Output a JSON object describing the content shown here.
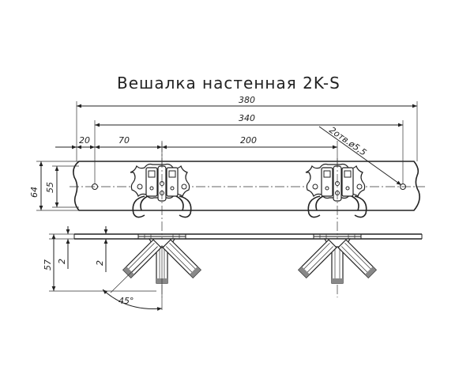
{
  "title": "Вешалка настенная 2K-S",
  "dimensions": {
    "overall_length": "380",
    "hole_spacing": "340",
    "edge_to_hole": "20",
    "hole_to_hook": "70",
    "hook_spacing": "200",
    "holes_callout": "2отв.ø5,5",
    "height_total": "64",
    "height_inner": "55",
    "depth": "57",
    "plate_thickness_left": "2",
    "plate_thickness_inner": "2",
    "angle": "45°"
  }
}
